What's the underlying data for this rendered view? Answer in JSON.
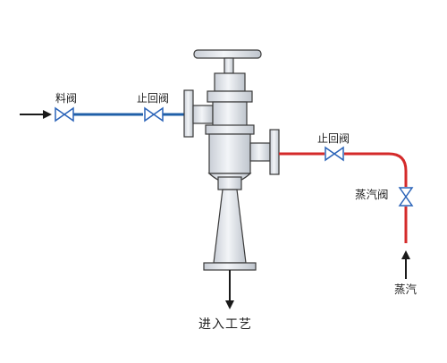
{
  "labels": {
    "material_valve": "料阀",
    "check_valve_left": "止回阀",
    "check_valve_right": "止回阀",
    "steam_valve": "蒸汽阀",
    "steam": "蒸汽",
    "to_process": "进入工艺"
  },
  "colors": {
    "material_line": "#1f5fa8",
    "steam_line": "#d42a2a",
    "valve_stroke": "#2a63b8",
    "equipment_fill": "#e6e9ee",
    "equipment_stroke": "#3a3a3a",
    "arrow": "#1a1a1a"
  }
}
